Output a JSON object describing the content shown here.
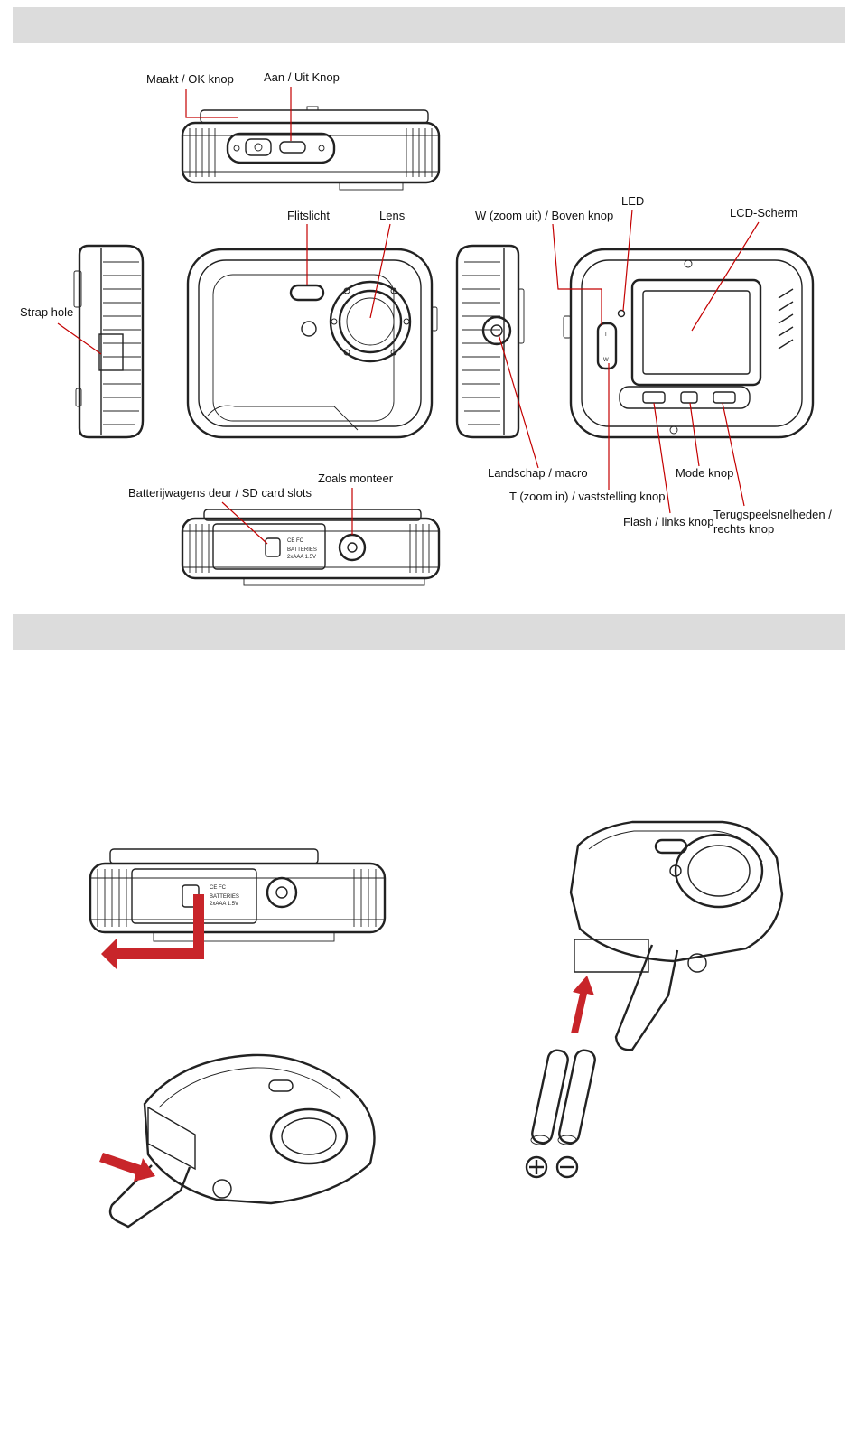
{
  "labels": {
    "make_ok": "Maakt / OK knop",
    "power": "Aan / Uit Knop",
    "flash_light": "Flitslicht",
    "lens": "Lens",
    "zoom_out": "W (zoom uit) / Boven knop",
    "led": "LED",
    "lcd": "LCD-Scherm",
    "strap": "Strap hole",
    "landscape": "Landschap / macro",
    "mode": "Mode knop",
    "zoom_in": "T (zoom in) / vaststelling knop",
    "battery_door": "Batterijwagens deur / SD card slots",
    "tripod": "Zoals monteer",
    "flash_left": "Flash / links knop",
    "playback_1": "Terugspeelsnelheden /",
    "playback_2": "rechts knop"
  },
  "markings": {
    "ce_fc": "CE FC",
    "batteries": "BATTERIES",
    "battery_spec": "2xAAA 1.5V",
    "zoom_t": "T",
    "zoom_w": "W"
  },
  "colors": {
    "header_bar": "#dcdcdc",
    "leader_line": "#c40000",
    "arrow": "#c8252a",
    "line_art": "#222222"
  },
  "icons": {
    "plus": "plus-circle-icon",
    "minus": "minus-circle-icon"
  }
}
